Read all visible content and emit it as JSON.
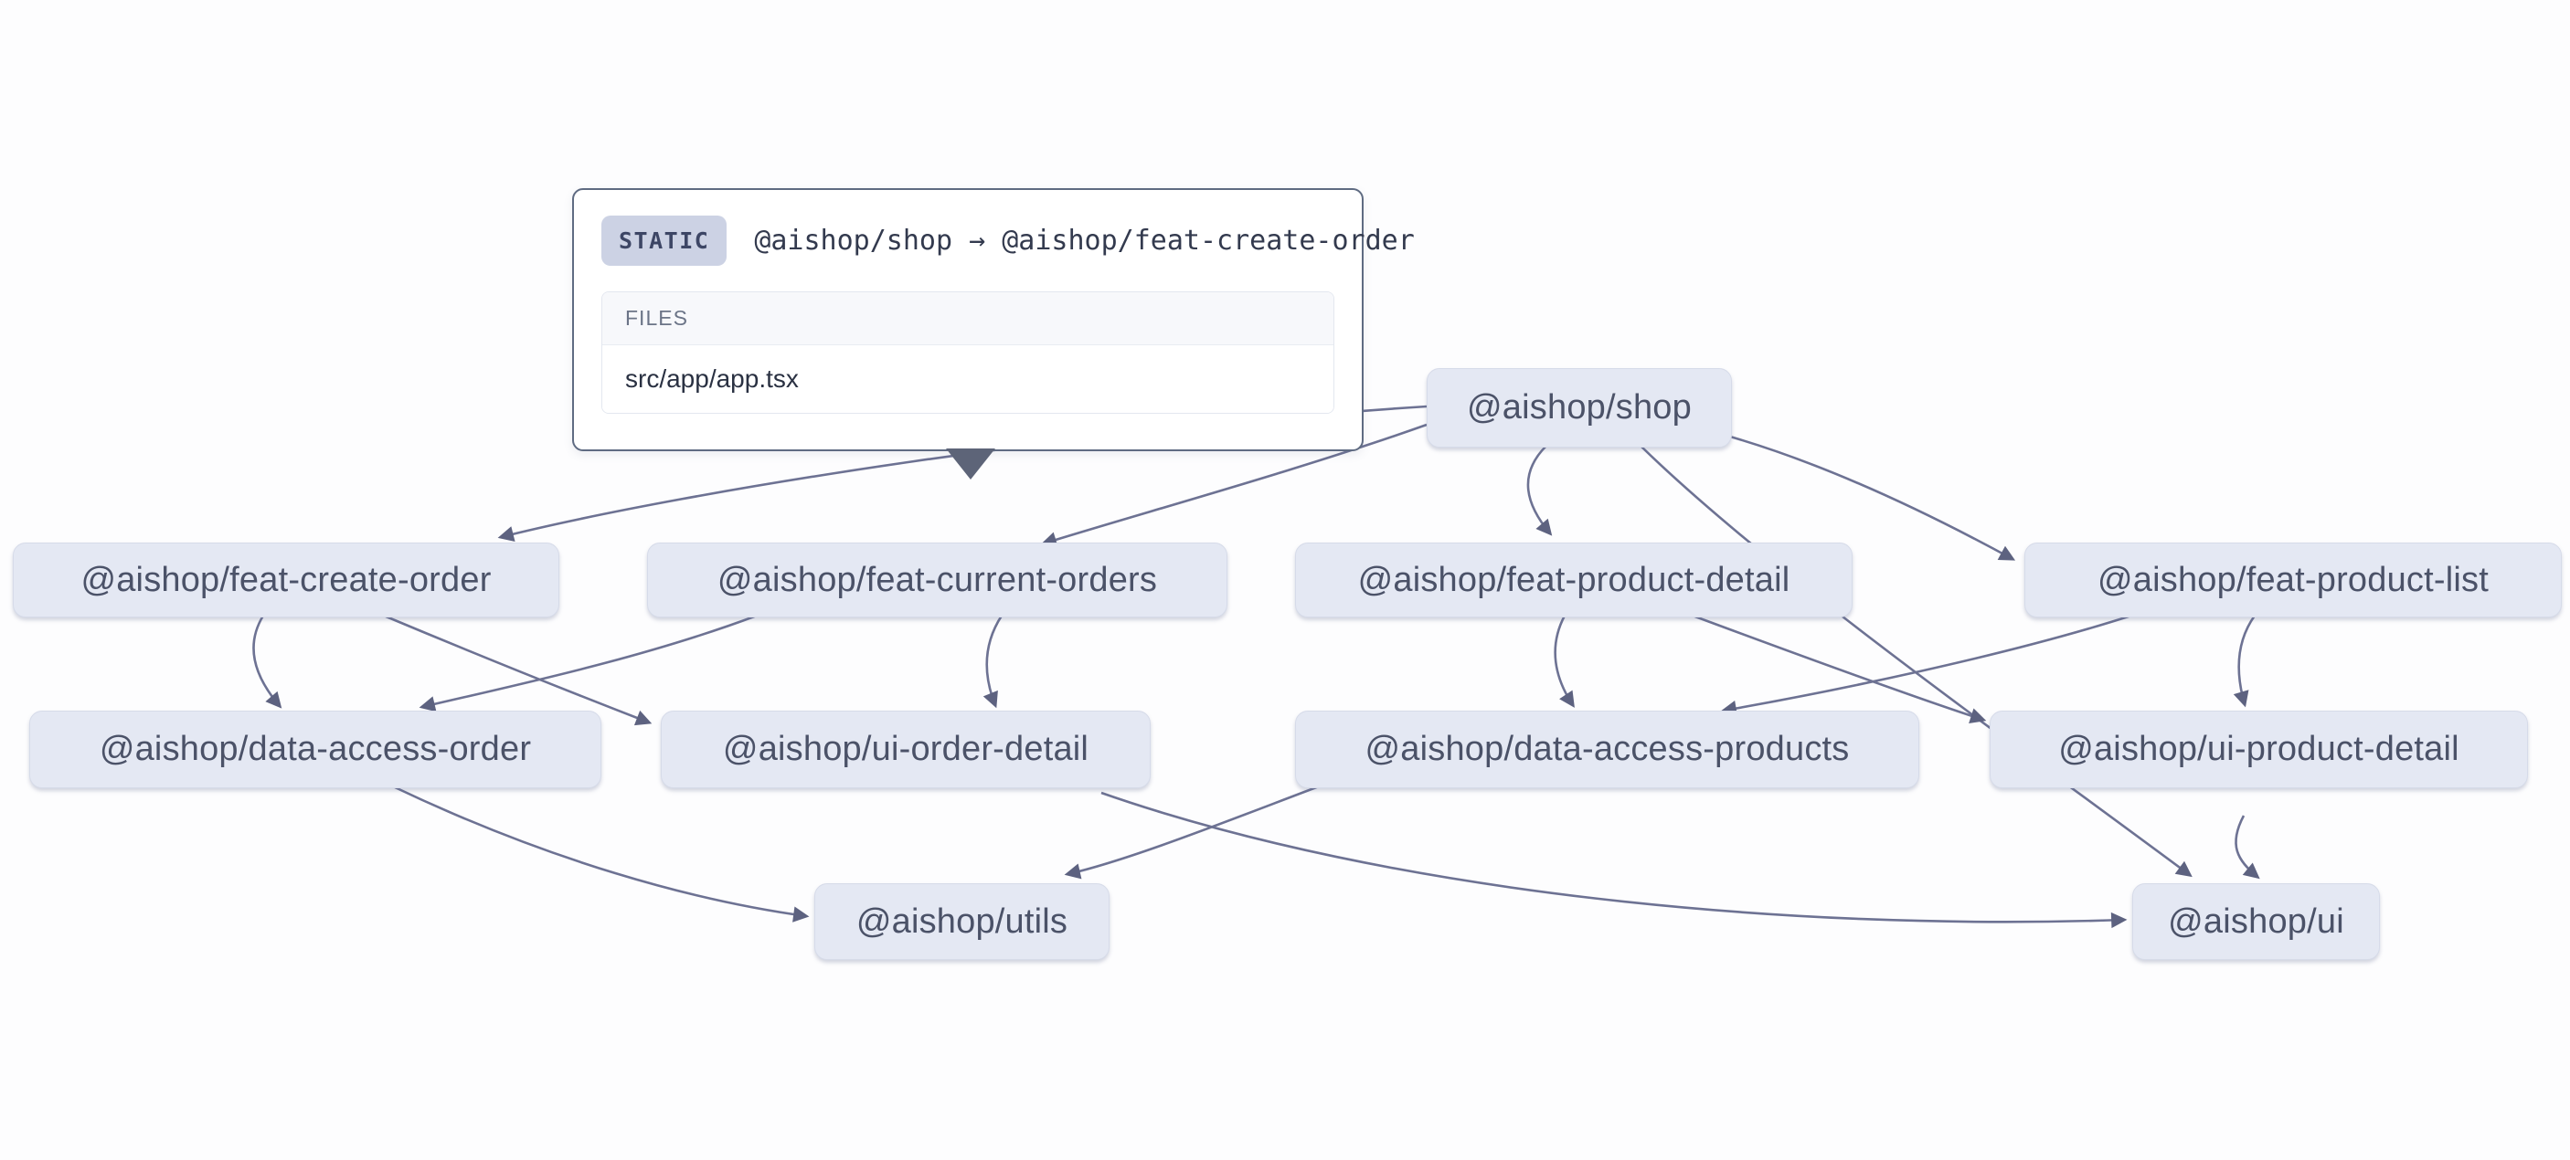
{
  "tooltip": {
    "badge": "STATIC",
    "relation": "@aishop/shop → @aishop/feat-create-order",
    "files_header": "FILES",
    "files": [
      "src/app/app.tsx"
    ]
  },
  "nodes": [
    {
      "id": "shop",
      "label": "@aishop/shop"
    },
    {
      "id": "feat-create-order",
      "label": "@aishop/feat-create-order"
    },
    {
      "id": "feat-current-orders",
      "label": "@aishop/feat-current-orders"
    },
    {
      "id": "feat-product-detail",
      "label": "@aishop/feat-product-detail"
    },
    {
      "id": "feat-product-list",
      "label": "@aishop/feat-product-list"
    },
    {
      "id": "data-access-order",
      "label": "@aishop/data-access-order"
    },
    {
      "id": "ui-order-detail",
      "label": "@aishop/ui-order-detail"
    },
    {
      "id": "data-access-products",
      "label": "@aishop/data-access-products"
    },
    {
      "id": "ui-product-detail",
      "label": "@aishop/ui-product-detail"
    },
    {
      "id": "utils",
      "label": "@aishop/utils"
    },
    {
      "id": "ui",
      "label": "@aishop/ui"
    }
  ],
  "edges": [
    {
      "source": "shop",
      "target": "feat-create-order",
      "type": "static",
      "selected": true
    },
    {
      "source": "shop",
      "target": "feat-current-orders",
      "type": "static"
    },
    {
      "source": "shop",
      "target": "feat-product-detail",
      "type": "static"
    },
    {
      "source": "shop",
      "target": "feat-product-list",
      "type": "static"
    },
    {
      "source": "shop",
      "target": "ui",
      "type": "static"
    },
    {
      "source": "feat-create-order",
      "target": "data-access-order",
      "type": "static"
    },
    {
      "source": "feat-create-order",
      "target": "ui-order-detail",
      "type": "static"
    },
    {
      "source": "feat-current-orders",
      "target": "data-access-order",
      "type": "static"
    },
    {
      "source": "feat-current-orders",
      "target": "ui-order-detail",
      "type": "static"
    },
    {
      "source": "feat-product-detail",
      "target": "data-access-products",
      "type": "static"
    },
    {
      "source": "feat-product-detail",
      "target": "ui-product-detail",
      "type": "static"
    },
    {
      "source": "feat-product-list",
      "target": "data-access-products",
      "type": "static"
    },
    {
      "source": "feat-product-list",
      "target": "ui-product-detail",
      "type": "static"
    },
    {
      "source": "data-access-order",
      "target": "utils",
      "type": "static"
    },
    {
      "source": "data-access-products",
      "target": "utils",
      "type": "static"
    },
    {
      "source": "ui-order-detail",
      "target": "ui",
      "type": "static"
    },
    {
      "source": "ui-product-detail",
      "target": "ui",
      "type": "static"
    }
  ],
  "colors": {
    "background": "#fdfdfe",
    "node_fill": "#e4e8f3",
    "node_text": "#4b5268",
    "edge": "#6d7293",
    "tooltip_border": "#5f6b82",
    "badge_fill": "#ccd2e4",
    "badge_text": "#3d4665"
  }
}
